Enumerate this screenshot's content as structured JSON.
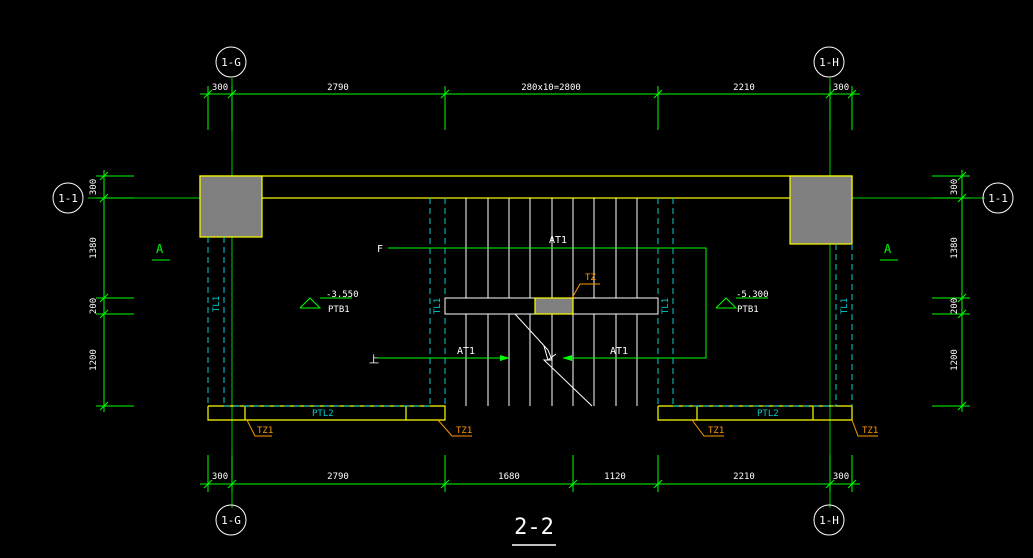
{
  "colors": {
    "background": "#000000",
    "axis_line": "#00cc00",
    "dimension": "#00ff00",
    "dimension_text": "#ffffff",
    "wall": "#ffff00",
    "beam_dashed": "#00cccc",
    "column_fill": "#808080",
    "stair_tread": "#ffffff",
    "tag": "#ff9900",
    "bubble": "#ffffff"
  },
  "grid_bubbles": {
    "top_left": "1-G",
    "top_right": "1-H",
    "bottom_left": "1-G",
    "bottom_right": "1-H",
    "left": "1-1",
    "right": "1-1"
  },
  "top_dimensions": [
    "300",
    "2790",
    "280x10=2800",
    "2210",
    "300"
  ],
  "bottom_dimensions": [
    "300",
    "2790",
    "1680",
    "1120",
    "2210",
    "300"
  ],
  "left_dimensions": [
    "300",
    "1380",
    "200",
    "1200"
  ],
  "right_dimensions": [
    "300",
    "1380",
    "200",
    "1200"
  ],
  "section_marks": {
    "left": "A",
    "right": "A"
  },
  "landing_left": {
    "elevation": "-3.550",
    "label": "PTB1"
  },
  "landing_right": {
    "elevation": "-5.300",
    "label": "PTB1"
  },
  "stair_labels": {
    "upper": "AT1",
    "lower_left": "AT1",
    "lower_right": "AT1",
    "up_mark": "F",
    "down_mark": "上"
  },
  "column_tags": {
    "center": "TZ",
    "bottom_1": "TZ1",
    "bottom_2": "TZ1",
    "bottom_3": "TZ1",
    "bottom_4": "TZ1"
  },
  "beam_tags": {
    "left": "TL1",
    "mid_left": "TL1",
    "mid_right": "TL1",
    "right": "TL1",
    "bottom_left": "PTL2",
    "bottom_right": "PTL2"
  },
  "title": "2-2"
}
